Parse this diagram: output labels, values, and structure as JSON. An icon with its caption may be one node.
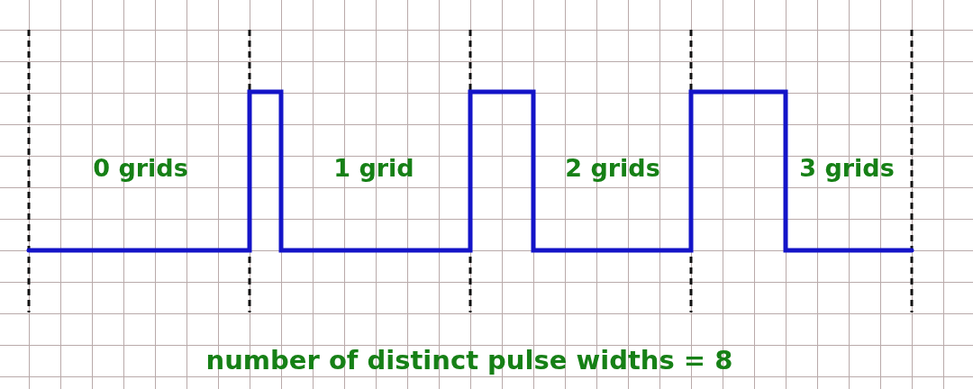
{
  "diagram": {
    "caption": "number of distinct pulse widths = 8",
    "labels": [
      "0 grids",
      "1 grid",
      "2 grids",
      "3 grids"
    ]
  }
}
